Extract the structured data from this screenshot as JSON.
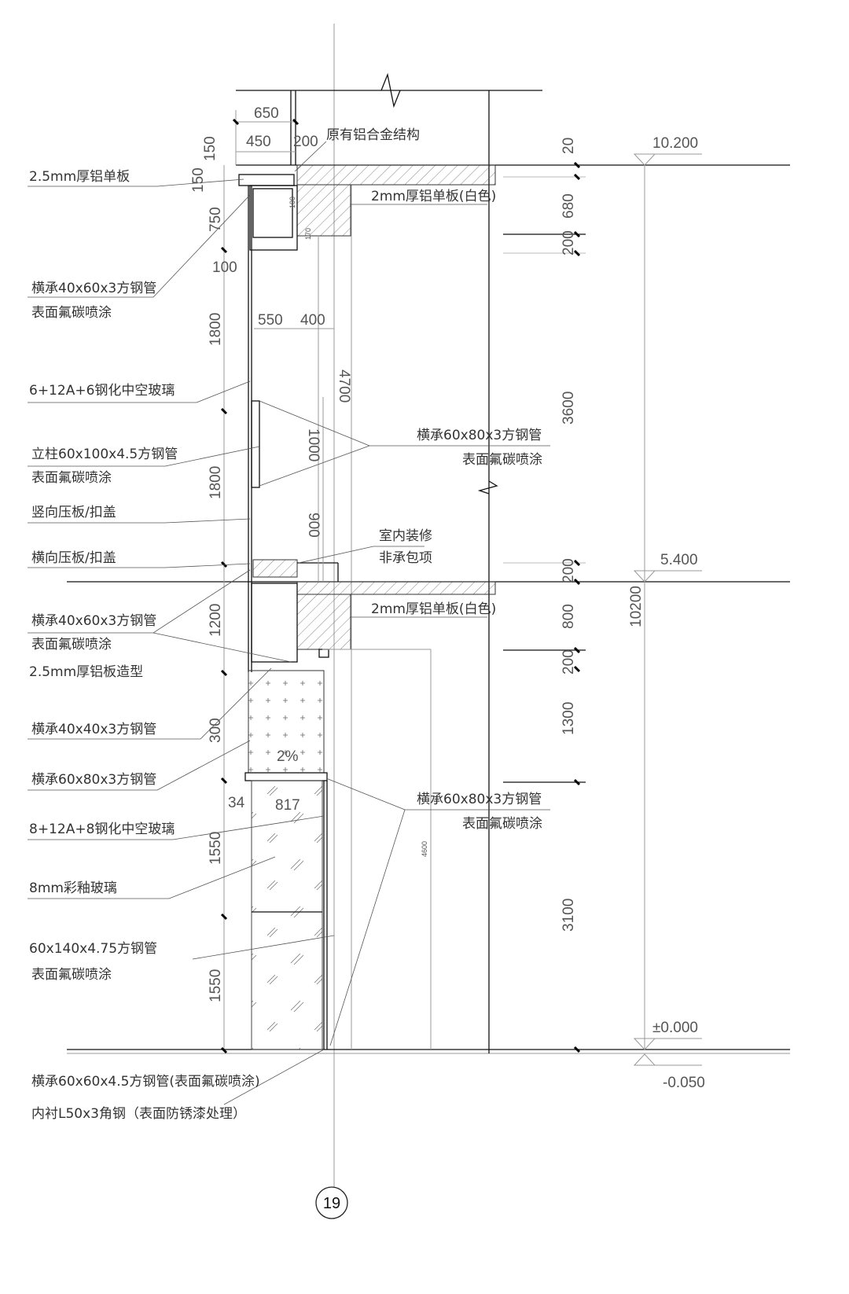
{
  "drawing_number": "19",
  "left_labels": {
    "l1": "2.5mm厚铝单板",
    "l2a": "横承40x60x3方钢管",
    "l2b": "表面氟碳喷涂",
    "l3": "6+12A+6钢化中空玻璃",
    "l4a": "立柱60x100x4.5方钢管",
    "l4b": "表面氟碳喷涂",
    "l5": "竖向压板/扣盖",
    "l6": "横向压板/扣盖",
    "l7a": "横承40x60x3方钢管",
    "l7b": "表面氟碳喷涂",
    "l8": "2.5mm厚铝板造型",
    "l9": "横承40x40x3方钢管",
    "l10": "横承60x80x3方钢管",
    "l11": "8+12A+8钢化中空玻璃",
    "l12": "8mm彩釉玻璃",
    "l13a": "60x140x4.75方钢管",
    "l13b": "表面氟碳喷涂",
    "l14a": "横承60x60x4.5方钢管(表面氟碳喷涂)",
    "l14b": "内衬L50x3角钢（表面防锈漆处理）"
  },
  "right_labels": {
    "r1": "原有铝合金结构",
    "r2": "2mm厚铝单板(白色)",
    "r3a": "横承60x80x3方钢管",
    "r3b": "表面氟碳喷涂",
    "r4a": "室内装修",
    "r4b": "非承包项",
    "r5": "2mm厚铝单板(白色)",
    "r6a": "横承60x80x3方钢管",
    "r6b": "表面氟碳喷涂"
  },
  "dimensions": {
    "d650": "650",
    "d450": "450",
    "d200": "200",
    "d150a": "150",
    "d150b": "150",
    "d750": "750",
    "d100": "100",
    "d1800a": "1800",
    "d550": "550",
    "d400": "400",
    "d4700": "4700",
    "d1000": "1000",
    "d1800b": "1800",
    "d900": "900",
    "d1200": "1200",
    "d300": "300",
    "d34": "34",
    "d817": "817",
    "d1550a": "1550",
    "d1550b": "1550",
    "d4600": "4600",
    "d170": "170",
    "d100s": "100",
    "slope": "2%"
  },
  "right_dimensions": {
    "c20": "20",
    "c680": "680",
    "c200a": "200",
    "c3600": "3600",
    "c200b": "200",
    "c800": "800",
    "c200c": "200",
    "c1300": "1300",
    "c3100": "3100",
    "total": "10200"
  },
  "elevations": {
    "e1": "10.200",
    "e2": "5.400",
    "e3": "±0.000",
    "e4": "-0.050"
  }
}
